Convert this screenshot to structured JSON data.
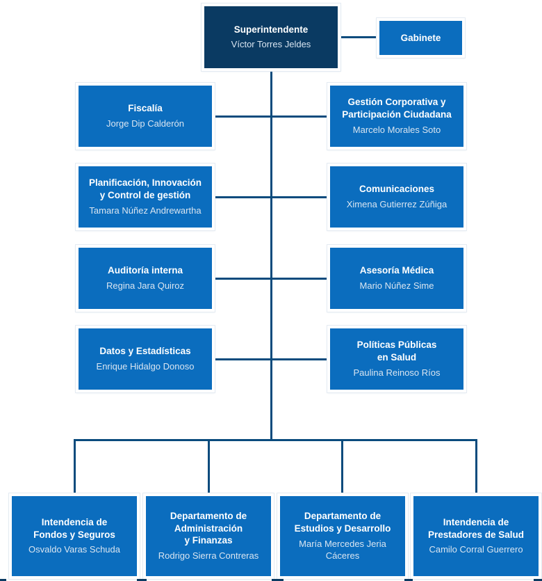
{
  "colors": {
    "node_blue": "#0b6dbe",
    "node_navy": "#0a3a62",
    "connector": "#0a4b7d",
    "node_frame": "#ffffff",
    "node_outline": "#e4ebf2",
    "title_text": "#ffffff",
    "person_text": "#d9e5f1"
  },
  "chart": {
    "root": {
      "title": "Superintendente",
      "name": "Víctor Torres Jeldes"
    },
    "gabinete": {
      "title": "Gabinete"
    },
    "left": [
      {
        "title": "Fiscalía",
        "name": "Jorge Dip Calderón"
      },
      {
        "title": "Planificación, Innovación y Control de gestión",
        "name": "Tamara Núñez Andrewartha"
      },
      {
        "title": "Auditoría interna",
        "name": "Regina Jara Quiroz"
      },
      {
        "title": "Datos y Estadísticas",
        "name": "Enrique Hidalgo Donoso"
      }
    ],
    "right": [
      {
        "title": "Gestión Corporativa y Participación Ciudadana",
        "name": "Marcelo Morales Soto"
      },
      {
        "title": "Comunicaciones",
        "name": "Ximena Gutierrez Zúñiga"
      },
      {
        "title": "Asesoría Médica",
        "name": "Mario Núñez Sime"
      },
      {
        "title": "Políticas Públicas en Salud",
        "name": "Paulina Reinoso Ríos"
      }
    ],
    "bottom": [
      {
        "title": "Intendencia de Fondos y Seguros",
        "name": "Osvaldo Varas Schuda"
      },
      {
        "title": "Departamento de Administración y Finanzas",
        "name": "Rodrigo Sierra Contreras"
      },
      {
        "title": "Departamento de Estudios y Desarrollo",
        "name": "María Mercedes Jeria Cáceres"
      },
      {
        "title": "Intendencia de Prestadores de Salud",
        "name": "Camilo Corral Guerrero"
      }
    ]
  }
}
